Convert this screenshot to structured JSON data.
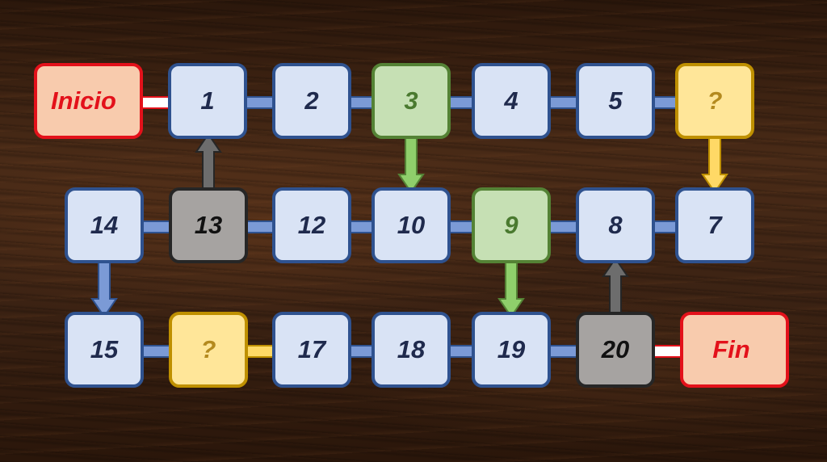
{
  "nodes": [
    {
      "id": "inicio",
      "label": "Inicio",
      "type": "red"
    },
    {
      "id": "n1",
      "label": "1",
      "type": "blue"
    },
    {
      "id": "n2",
      "label": "2",
      "type": "blue"
    },
    {
      "id": "n3",
      "label": "3",
      "type": "green"
    },
    {
      "id": "n4",
      "label": "4",
      "type": "blue"
    },
    {
      "id": "n5",
      "label": "5",
      "type": "blue"
    },
    {
      "id": "q1",
      "label": "?",
      "type": "yellow"
    },
    {
      "id": "n14",
      "label": "14",
      "type": "blue"
    },
    {
      "id": "n13",
      "label": "13",
      "type": "gray"
    },
    {
      "id": "n12",
      "label": "12",
      "type": "blue"
    },
    {
      "id": "n10",
      "label": "10",
      "type": "blue"
    },
    {
      "id": "n9",
      "label": "9",
      "type": "green"
    },
    {
      "id": "n8",
      "label": "8",
      "type": "blue"
    },
    {
      "id": "n7",
      "label": "7",
      "type": "blue"
    },
    {
      "id": "n15",
      "label": "15",
      "type": "blue"
    },
    {
      "id": "q2",
      "label": "?",
      "type": "yellow"
    },
    {
      "id": "n17",
      "label": "17",
      "type": "blue"
    },
    {
      "id": "n18",
      "label": "18",
      "type": "blue"
    },
    {
      "id": "n19",
      "label": "19",
      "type": "blue"
    },
    {
      "id": "n20",
      "label": "20",
      "type": "gray"
    },
    {
      "id": "fin",
      "label": "Fin",
      "type": "red"
    }
  ],
  "edges": [
    {
      "from": "inicio",
      "to": "n1",
      "type": "red"
    },
    {
      "from": "n1",
      "to": "n2",
      "type": "blue"
    },
    {
      "from": "n2",
      "to": "n3",
      "type": "blue"
    },
    {
      "from": "n3",
      "to": "n4",
      "type": "blue"
    },
    {
      "from": "n4",
      "to": "n5",
      "type": "blue"
    },
    {
      "from": "n5",
      "to": "q1",
      "type": "blue"
    },
    {
      "from": "q1",
      "to": "n7",
      "type": "yellow"
    },
    {
      "from": "n7",
      "to": "n8",
      "type": "blue"
    },
    {
      "from": "n8",
      "to": "n9",
      "type": "blue"
    },
    {
      "from": "n9",
      "to": "n10",
      "type": "blue"
    },
    {
      "from": "n10",
      "to": "n12",
      "type": "blue"
    },
    {
      "from": "n12",
      "to": "n13",
      "type": "blue"
    },
    {
      "from": "n13",
      "to": "n14",
      "type": "blue"
    },
    {
      "from": "n14",
      "to": "n15",
      "type": "blue"
    },
    {
      "from": "n15",
      "to": "q2",
      "type": "blue"
    },
    {
      "from": "q2",
      "to": "n17",
      "type": "yellow"
    },
    {
      "from": "n17",
      "to": "n18",
      "type": "blue"
    },
    {
      "from": "n18",
      "to": "n19",
      "type": "blue"
    },
    {
      "from": "n19",
      "to": "n20",
      "type": "blue"
    },
    {
      "from": "n20",
      "to": "fin",
      "type": "red"
    },
    {
      "from": "n3",
      "to": "n10",
      "type": "green"
    },
    {
      "from": "n9",
      "to": "n19",
      "type": "green"
    },
    {
      "from": "n13",
      "to": "n1",
      "type": "gray"
    },
    {
      "from": "n20",
      "to": "n8",
      "type": "gray"
    }
  ],
  "colors": {
    "blue_fill": "#d9e3f5",
    "blue_border": "#2f528f",
    "green_fill": "#c6e0b4",
    "green_border": "#548235",
    "yellow_fill": "#ffe699",
    "yellow_border": "#bf9000",
    "gray_fill": "#a6a3a1",
    "gray_border": "#262626",
    "red_fill": "#f8cbad",
    "red_border": "#e3111a",
    "arrow_blue": "#7b9ad6",
    "arrow_green": "#8fcf6b",
    "arrow_yellow": "#ffd966",
    "arrow_gray": "#6d6d6d"
  }
}
